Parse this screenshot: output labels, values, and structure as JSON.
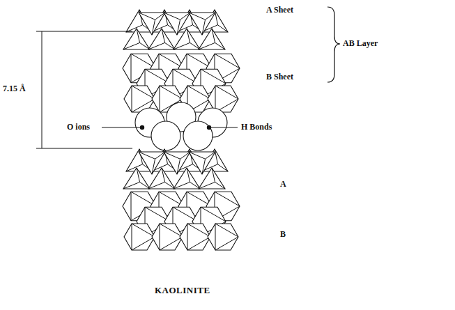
{
  "diagram": {
    "caption": "KAOLINITE",
    "labels": [
      "A Sheet",
      "B Sheet",
      "AB Layer",
      "7.15 Å",
      "O ions",
      "H Bonds",
      "A",
      "B"
    ]
  }
}
